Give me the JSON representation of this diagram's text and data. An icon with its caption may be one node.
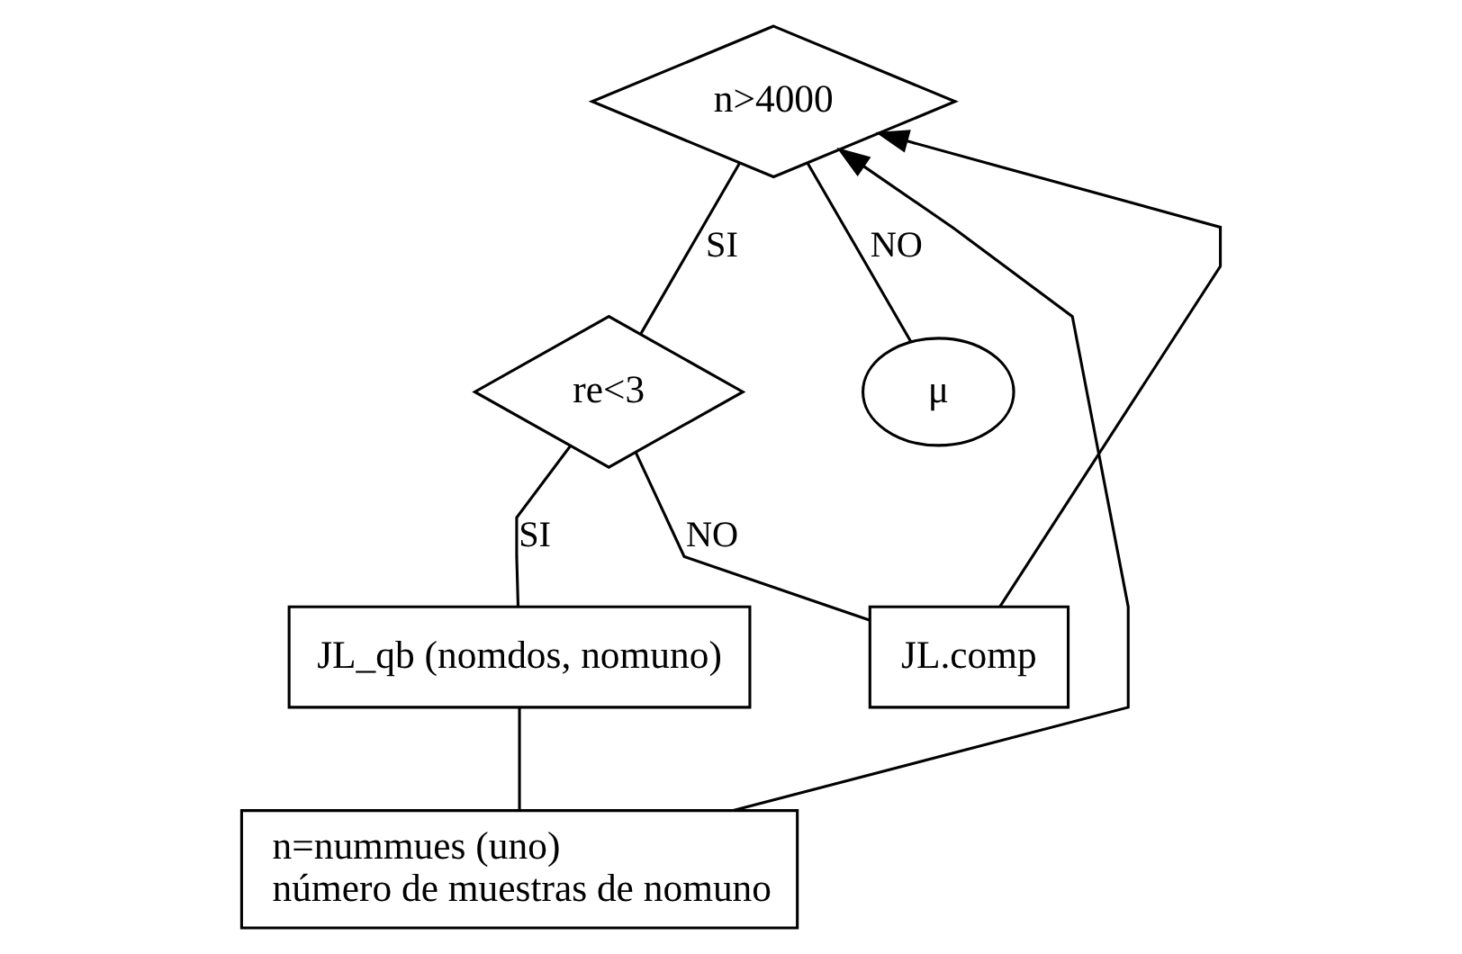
{
  "diagram": {
    "nodes": [
      {
        "text": [
          "n>4000"
        ]
      },
      {
        "text": [
          "re<3"
        ]
      },
      {
        "text": [
          "JL_qb (nomdos, nomuno)"
        ]
      },
      {
        "text": [
          "n=nummues (uno)",
          "número de muestras de nomuno"
        ]
      },
      {
        "text": [
          "JL.comp"
        ]
      },
      {
        "text": [
          "μ"
        ]
      }
    ],
    "edges": [
      {
        "from": 0,
        "to": 1,
        "label": "SI",
        "arrow": "none"
      },
      {
        "from": 0,
        "to": 5,
        "label": "NO",
        "arrow": "none"
      },
      {
        "from": 1,
        "to": 2,
        "label": "SI",
        "arrow": "none"
      },
      {
        "from": 1,
        "to": 4,
        "label": "NO",
        "arrow": "none"
      },
      {
        "from": 2,
        "to": 3,
        "arrow": "none"
      },
      {
        "from": 3,
        "to": 0,
        "arrow": "to"
      },
      {
        "from": 4,
        "to": 0,
        "arrow": "to"
      }
    ]
  }
}
